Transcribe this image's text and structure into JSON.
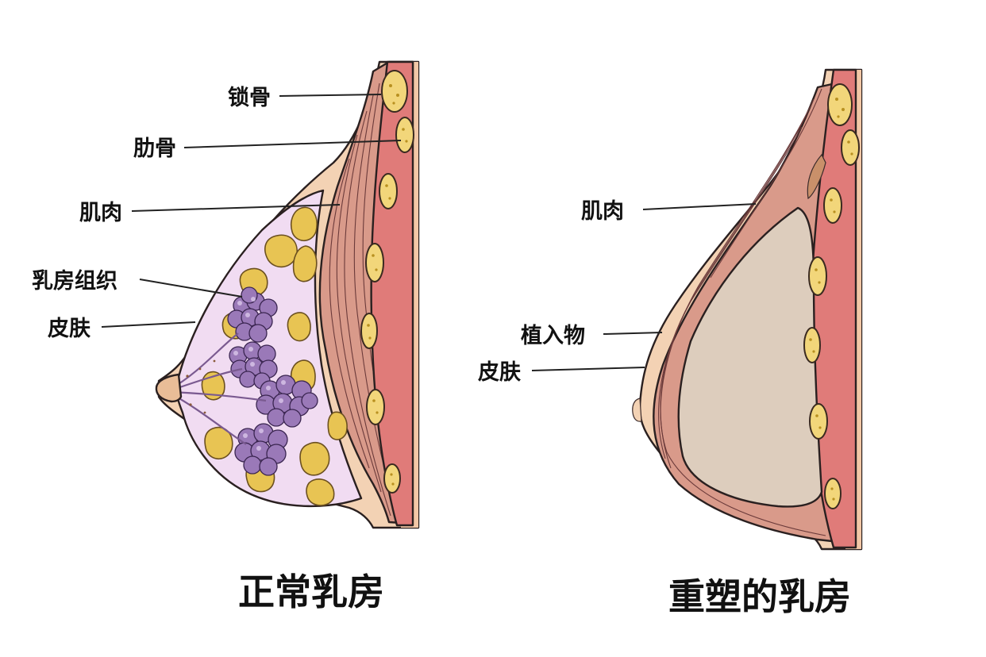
{
  "labels_left": {
    "clavicle": "锁骨",
    "rib": "肋骨",
    "muscle": "肌肉",
    "breast_tissue": "乳房组织",
    "skin": "皮肤"
  },
  "labels_right": {
    "muscle": "肌肉",
    "implant": "植入物",
    "skin": "皮肤"
  },
  "titles": {
    "left": "正常乳房",
    "right": "重塑的乳房"
  },
  "colors": {
    "skin_fill": "#f3d2b4",
    "skin_edge": "#e9bd97",
    "muscle": "#e08a86",
    "muscle_dark": "#c76262",
    "bone": "#f2d67a",
    "lobule": "#9a79b8",
    "tissue_bg": "#f1dcf2",
    "fat": "#e8c453",
    "implant": "#ddcdbd"
  }
}
